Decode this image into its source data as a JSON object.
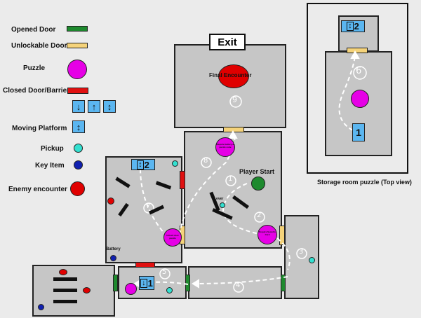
{
  "legend": {
    "opened_door": "Opened Door",
    "unlockable_door": "Unlockable Door",
    "puzzle": "Puzzle",
    "closed_door": "Closed Door/Barrier",
    "moving_platform": "Moving Platform",
    "pickup": "Pickup",
    "key_item": "Key Item",
    "enemy_encounter": "Enemy encounter"
  },
  "colors": {
    "opened_door": "#1e8a2e",
    "unlockable_door": "#f5d37a",
    "puzzle": "#e600e6",
    "closed_door": "#e01010",
    "platform": "#5bb6f0",
    "pickup": "#33e0d0",
    "key_item": "#1020b0",
    "enemy": "#e00000",
    "player_start": "#1e8a2e",
    "room": "#c6c6c6"
  },
  "icons": [
    "arrow-down-icon",
    "arrow-up-icon",
    "arrow-up-down-icon"
  ],
  "map": {
    "exit": "Exit",
    "final_encounter": "Final Encounter",
    "player_start": "Player Start",
    "battery": "Battery",
    "lever": "Lever",
    "puzzle_battery_text": "Require battery & puzzle code",
    "puzzle_unlock_text": "Unlock door puzzle",
    "puzzle_security_text": "Require Security Card",
    "platform_2": "2",
    "platform_1": "1",
    "steps": [
      "1",
      "2",
      "3",
      "4",
      "5",
      "6",
      "7",
      "8",
      "9"
    ]
  },
  "storage": {
    "caption": "Storage room puzzle (Top view)",
    "platform_2": "2",
    "platform_1": "1",
    "step": "6"
  }
}
